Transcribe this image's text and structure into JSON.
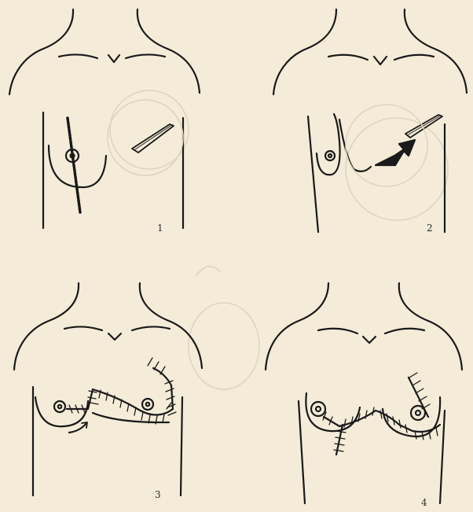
{
  "figure_numbers": [
    "1",
    "2",
    "3",
    "4"
  ],
  "colors": {
    "paper": "#f4ecd8",
    "ink": "#1a1a1a",
    "faint": "#d9d0bd"
  }
}
